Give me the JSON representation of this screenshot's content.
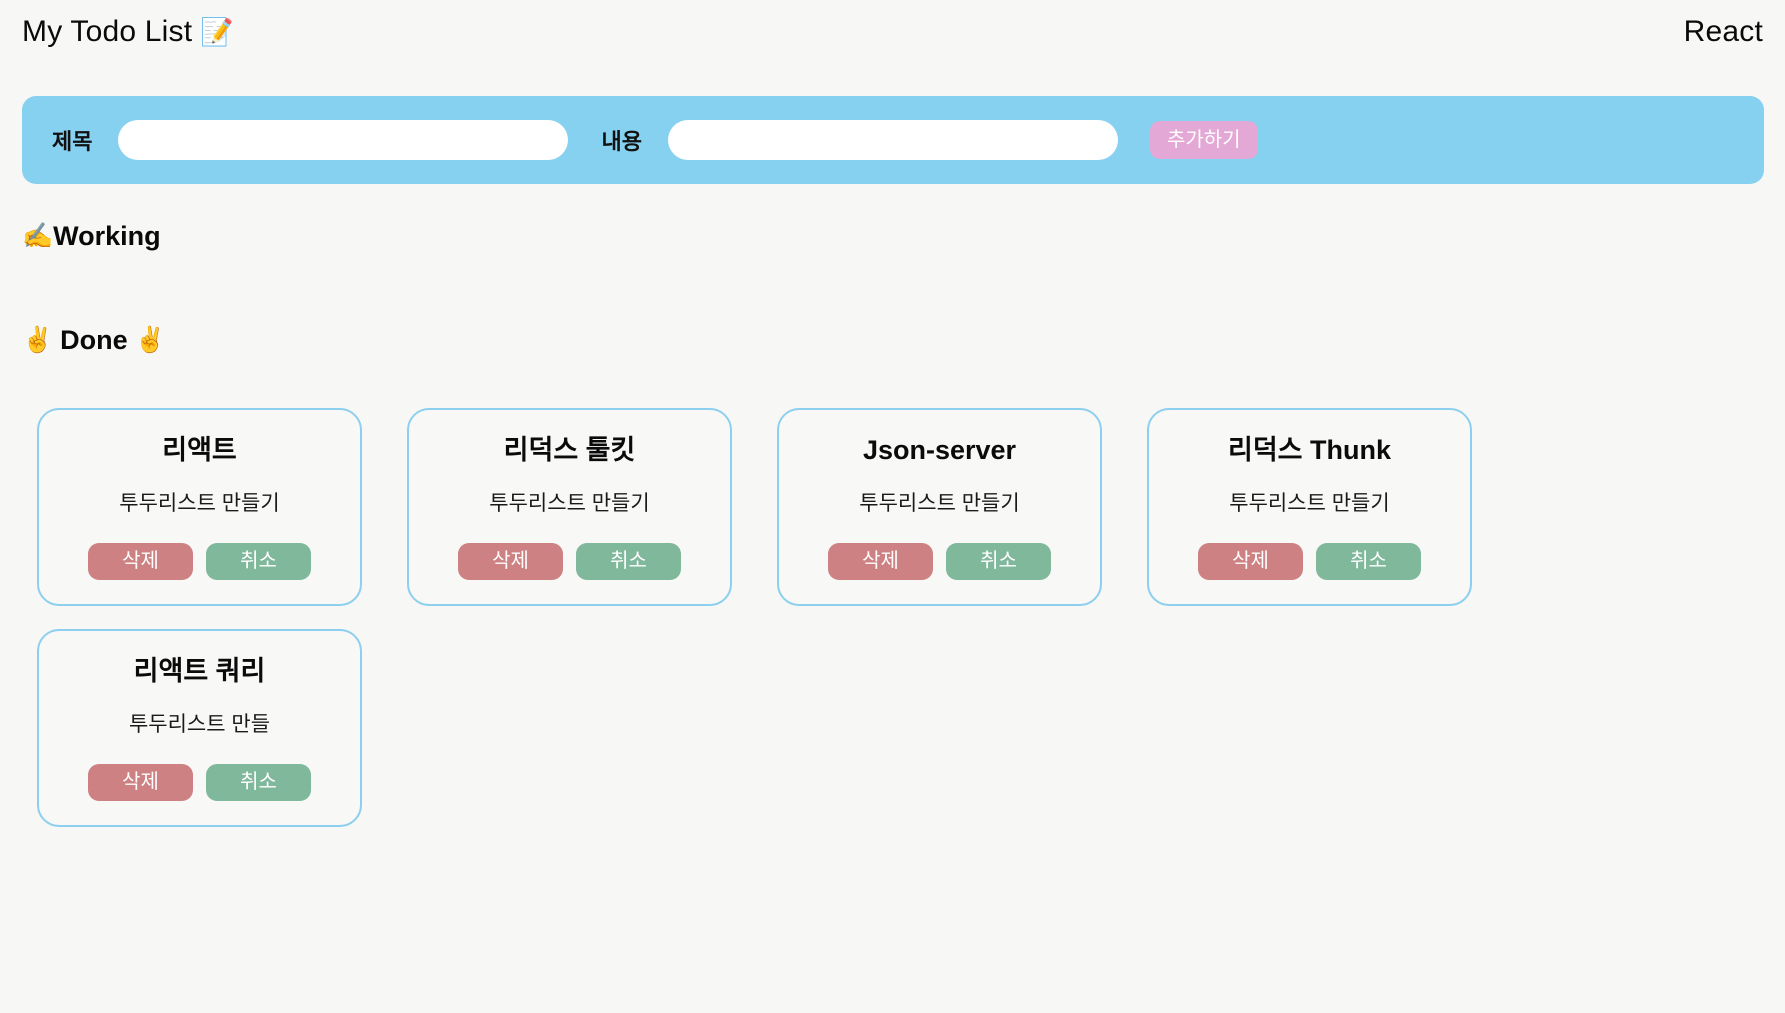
{
  "header": {
    "title": "My Todo List",
    "title_emoji": "📝",
    "title_emoji_name": "memo-icon",
    "right_label": "React"
  },
  "input_bar": {
    "background_color": "#86d0f0",
    "title_label": "제목",
    "title_value": "",
    "title_placeholder": "",
    "body_label": "내용",
    "body_value": "",
    "body_placeholder": "",
    "add_button_label": "추가하기",
    "add_button_color": "#e3a8d5"
  },
  "sections": {
    "working": {
      "emoji": "✍️",
      "emoji_name": "writing-hand-icon",
      "label": "Working",
      "items": []
    },
    "done": {
      "emoji_left": "✌️",
      "emoji_right": "✌️",
      "emoji_name": "victory-hand-icon",
      "label": "Done"
    }
  },
  "buttons": {
    "delete_label": "삭제",
    "cancel_label": "취소",
    "delete_color": "#cd8182",
    "cancel_color": "#80b89c"
  },
  "card_border_color": "#8ccfee",
  "done_items": [
    {
      "title": "리액트",
      "body": "투두리스트 만들기"
    },
    {
      "title": "리덕스 툴킷",
      "body": "투두리스트 만들기"
    },
    {
      "title": "Json-server",
      "body": "투두리스트 만들기"
    },
    {
      "title": "리덕스 Thunk",
      "body": "투두리스트 만들기"
    },
    {
      "title": "리액트 쿼리",
      "body": "투두리스트 만들"
    }
  ]
}
